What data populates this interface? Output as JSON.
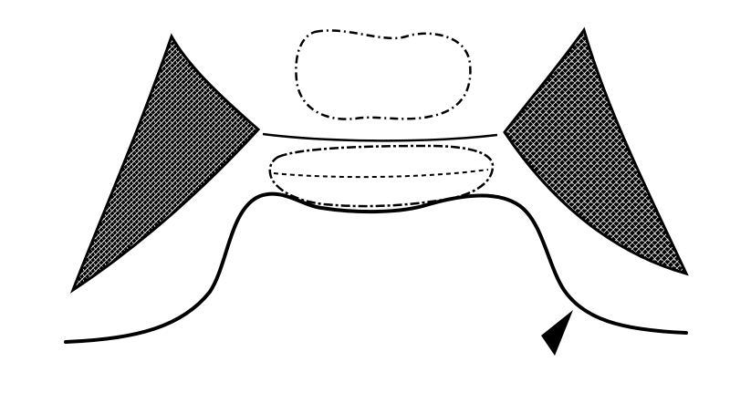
{
  "colors": {
    "ink": "#000000",
    "paper": "#ffffff"
  },
  "shapes": {
    "left_hatched_region": "hatched-triangle",
    "right_hatched_region": "hatched-triangle",
    "upper_dashed_outline": "dashed-ovoid",
    "lower_dashed_outline": "dashed-lens",
    "baseline_contour": "curved-line",
    "arrowhead": "arrowhead-marker"
  }
}
